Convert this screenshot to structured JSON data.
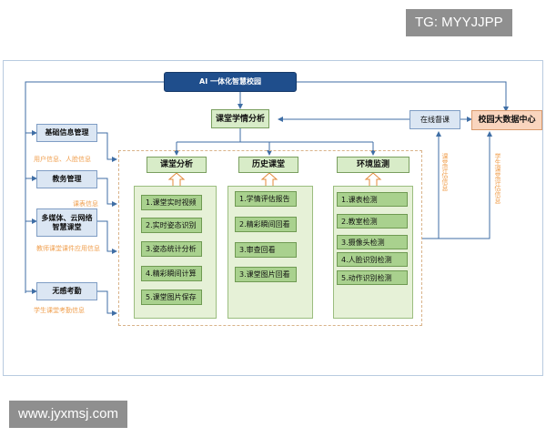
{
  "watermarks": {
    "tg": "TG: MYYJJPP",
    "site": "www.jyxmsj.com"
  },
  "top": {
    "title": "AI 一体化智慧校园"
  },
  "center": {
    "title": "课堂学情分析"
  },
  "right": {
    "online": "在线督课",
    "bigdata": "校园大数据中心"
  },
  "left": {
    "basic": "基础信息管理",
    "basic_flow": "用户信息、人脸信息",
    "edu": "教务管理",
    "edu_flow": "课表信息",
    "media_l1": "多媒体、云网络",
    "media_l2": "智慧课堂",
    "media_flow": "教师课堂课件应用信息",
    "attend": "无感考勤",
    "attend_flow": "学生课堂考勤信息"
  },
  "columns": [
    {
      "title": "课堂分析",
      "items": [
        "1.课堂实时视频",
        "2.实时姿态识别",
        "3.姿态统计分析",
        "4.精彩瞬间计算",
        "5.课堂图片保存"
      ]
    },
    {
      "title": "历史课堂",
      "items": [
        "1.学情评估报告",
        "2.精彩瞬间回看",
        "3.审查回看",
        "3.课堂图片回看"
      ]
    },
    {
      "title": "环境监测",
      "items": [
        "1.课表检测",
        "2.教室检测",
        "3.摄像头检测",
        "4.人脸识别检测",
        "5.动作识别检测"
      ]
    }
  ],
  "vertical_labels": {
    "eval": "课堂评估信息",
    "student": "学生课堂评估信息"
  },
  "colors": {
    "left_fill": "#dbe6f3",
    "green_item": "#a9d18e",
    "bigdata_fill": "#f9d5be",
    "arrow": "#3f6ea5",
    "orange_text": "#f0a050"
  }
}
